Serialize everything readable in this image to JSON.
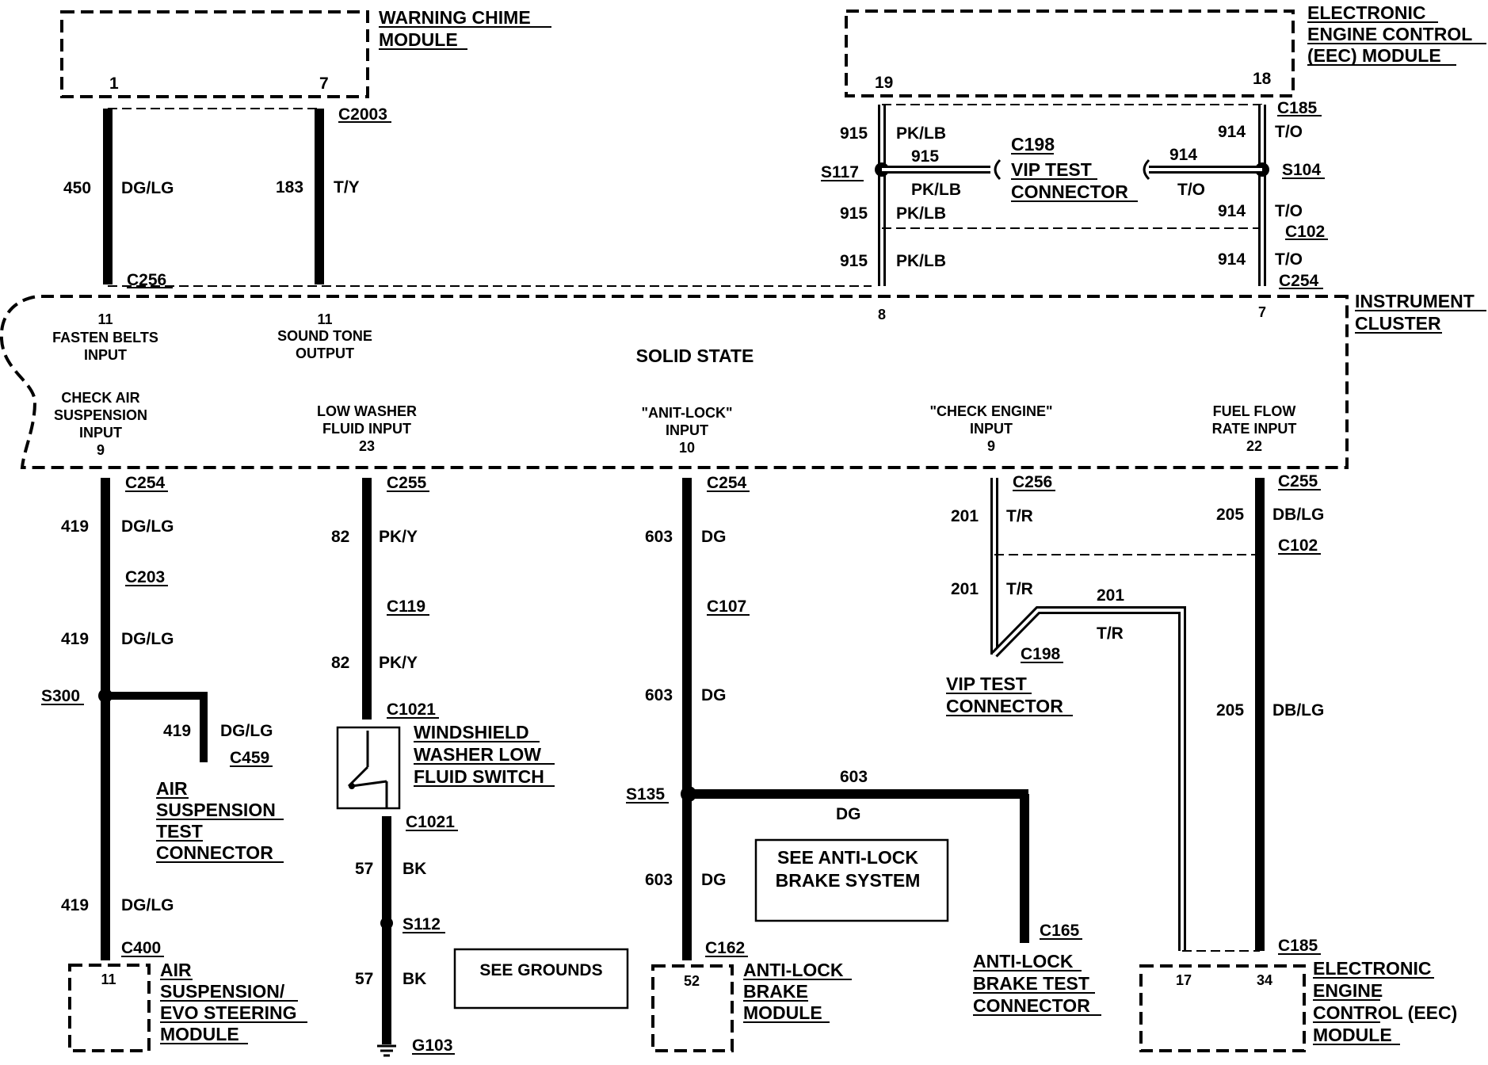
{
  "modules": {
    "warning_chime": {
      "l1": "WARNING CHIME",
      "l2": "MODULE",
      "pin_a": "1",
      "pin_b": "7"
    },
    "eec_top": {
      "l1": "ELECTRONIC",
      "l2": "ENGINE CONTROL",
      "l3": "(EEC)  MODULE",
      "pin_a": "19",
      "pin_b": "18"
    },
    "instrument_cluster": {
      "l1": "INSTRUMENT",
      "l2": "CLUSTER",
      "center": "SOLID STATE"
    },
    "air_susp_module": {
      "l1": "AIR",
      "l2": "SUSPENSION/",
      "l3": "EVO STEERING",
      "l4": "MODULE",
      "pin": "11"
    },
    "anti_lock_module": {
      "l1": "ANTI-LOCK",
      "l2": "BRAKE",
      "l3": "MODULE",
      "pin": "52"
    },
    "eec_bottom": {
      "l1": "ELECTRONIC",
      "l2": "ENGINE",
      "l3": "CONTROL (EEC)",
      "l4": "MODULE",
      "pin_a": "17",
      "pin_b": "34"
    }
  },
  "cluster_pins": {
    "fasten_belts": {
      "pin": "11",
      "l1": "FASTEN BELTS",
      "l2": "INPUT"
    },
    "sound_tone": {
      "pin": "11",
      "l1": "SOUND TONE",
      "l2": "OUTPUT"
    },
    "top_pin_8": "8",
    "top_pin_7": "7",
    "check_air": {
      "l1": "CHECK AIR",
      "l2": "SUSPENSION",
      "l3": "INPUT",
      "pin": "9"
    },
    "low_washer": {
      "l1": "LOW WASHER",
      "l2": "FLUID INPUT",
      "pin": "23"
    },
    "anti_lock": {
      "l1": "\"ANIT-LOCK\"",
      "l2": "INPUT",
      "pin": "10"
    },
    "check_engine": {
      "l1": "\"CHECK ENGINE\"",
      "l2": "INPUT",
      "pin": "9"
    },
    "fuel_flow": {
      "l1": "FUEL FLOW",
      "l2": "RATE INPUT",
      "pin": "22"
    }
  },
  "connectors": {
    "c2003": "C2003",
    "c256_top": "C256",
    "c185_top": "C185",
    "c198_top": "C198",
    "c198_l2": "VIP TEST",
    "c198_l3": "CONNECTOR",
    "c102_top": "C102",
    "c254_top": "C254",
    "c254_a": "C254",
    "c203": "C203",
    "c400": "C400",
    "c459": "C459",
    "c255_a": "C255",
    "c119": "C119",
    "c1021_a": "C1021",
    "c1021_b": "C1021",
    "c254_b": "C254",
    "c107": "C107",
    "c162": "C162",
    "c165": "C165",
    "c256_b": "C256",
    "c198_b": "C198",
    "c255_b": "C255",
    "c102_b": "C102",
    "c185_b": "C185"
  },
  "splices": {
    "s117": "S117",
    "s104": "S104",
    "s300": "S300",
    "s112": "S112",
    "s135": "S135",
    "g103": "G103"
  },
  "wires": {
    "w450": {
      "circuit": "450",
      "color": "DG/LG"
    },
    "w183": {
      "circuit": "183",
      "color": "T/Y"
    },
    "w915_a": {
      "circuit": "915",
      "color": "PK/LB"
    },
    "w915_s": {
      "circuit": "915",
      "color": "PK/LB"
    },
    "w915_b": {
      "circuit": "915",
      "color": "PK/LB"
    },
    "w915_c": {
      "circuit": "915",
      "color": "PK/LB"
    },
    "w914_a": {
      "circuit": "914",
      "color": "T/O"
    },
    "w914_s": {
      "circuit": "914",
      "color": "T/O"
    },
    "w914_b": {
      "circuit": "914",
      "color": "T/O"
    },
    "w914_c": {
      "circuit": "914",
      "color": "T/O"
    },
    "w419_a": {
      "circuit": "419",
      "color": "DG/LG"
    },
    "w419_b": {
      "circuit": "419",
      "color": "DG/LG"
    },
    "w419_s": {
      "circuit": "419",
      "color": "DG/LG"
    },
    "w419_c": {
      "circuit": "419",
      "color": "DG/LG"
    },
    "w82_a": {
      "circuit": "82",
      "color": "PK/Y"
    },
    "w82_b": {
      "circuit": "82",
      "color": "PK/Y"
    },
    "w57_a": {
      "circuit": "57",
      "color": "BK"
    },
    "w57_b": {
      "circuit": "57",
      "color": "BK"
    },
    "w603_a": {
      "circuit": "603",
      "color": "DG"
    },
    "w603_b": {
      "circuit": "603",
      "color": "DG"
    },
    "w603_s": {
      "circuit": "603",
      "color": "DG"
    },
    "w603_c": {
      "circuit": "603",
      "color": "DG"
    },
    "w201_a": {
      "circuit": "201",
      "color": "T/R"
    },
    "w201_b": {
      "circuit": "201",
      "color": "T/R"
    },
    "w201_s": {
      "circuit": "201",
      "color": "T/R"
    },
    "w205_a": {
      "circuit": "205",
      "color": "DB/LG"
    },
    "w205_b": {
      "circuit": "205",
      "color": "DB/LG"
    }
  },
  "components": {
    "air_test": {
      "l1": "AIR",
      "l2": "SUSPENSION",
      "l3": "TEST",
      "l4": "CONNECTOR"
    },
    "washer_switch": {
      "l1": "WINDSHIELD",
      "l2": "WASHER LOW",
      "l3": "FLUID SWITCH"
    },
    "vip_test": {
      "l1": "VIP TEST",
      "l2": "CONNECTOR"
    },
    "abs_test": {
      "l1": "ANTI-LOCK",
      "l2": "BRAKE TEST",
      "l3": "CONNECTOR"
    }
  },
  "notes": {
    "see_grounds": "SEE GROUNDS",
    "see_abs_l1": "SEE ANTI-LOCK",
    "see_abs_l2": "BRAKE SYSTEM"
  }
}
